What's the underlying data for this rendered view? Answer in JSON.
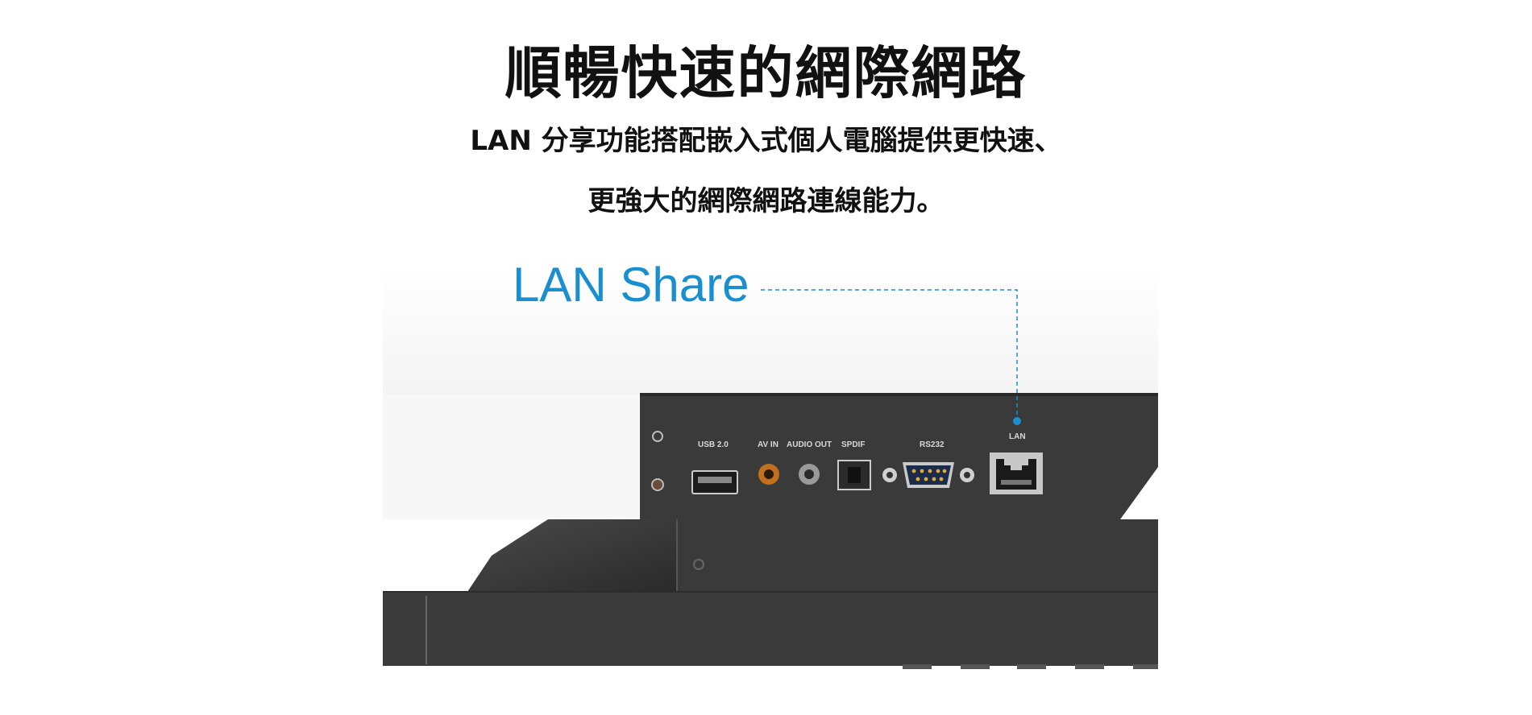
{
  "heading": "順暢快速的網際網路",
  "subheading_line1": "LAN 分享功能搭配嵌入式個人電腦提供更快速、",
  "subheading_line2": "更強大的網際網路連線能力。",
  "callout_label": "LAN Share",
  "accent_color": "#1a8fd0",
  "ports": {
    "usb": "USB 2.0",
    "av_in": "AV IN",
    "audio_out": "AUDIO OUT",
    "spdif": "SPDIF",
    "rs232": "RS232",
    "lan": "LAN"
  }
}
